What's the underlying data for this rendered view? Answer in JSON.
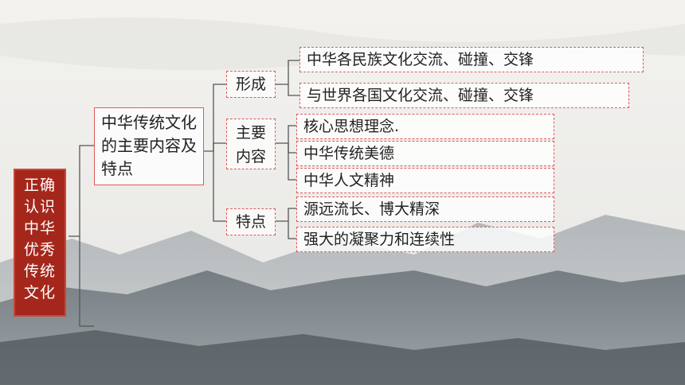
{
  "root": {
    "lines": [
      "正确",
      "认识",
      "中华",
      "优秀",
      "传统",
      "文化"
    ]
  },
  "level1": {
    "text": "中华传统文化的主要内容及特点"
  },
  "branches": [
    {
      "label": "形成",
      "leaves": [
        "中华各民族文化交流、碰撞、交锋",
        "与世界各国文化交流、碰撞、交锋"
      ]
    },
    {
      "label": "主要内容",
      "leaves": [
        "核心思想理念.",
        "中华传统美德",
        "中华人文精神"
      ]
    },
    {
      "label": "特点",
      "leaves": [
        "源远流长、博大精深",
        "强大的凝聚力和连续性"
      ]
    }
  ],
  "colors": {
    "accent": "#a5271c",
    "border": "#e05a5a",
    "connector": "#555555"
  }
}
